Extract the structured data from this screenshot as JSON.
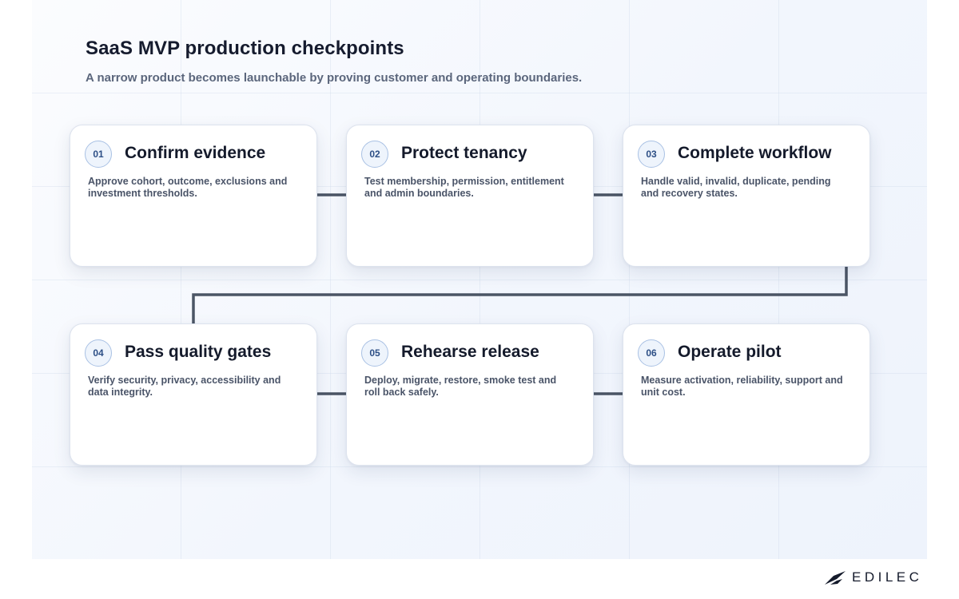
{
  "title": "SaaS MVP production checkpoints",
  "subtitle": "A narrow product becomes launchable by proving customer and operating boundaries.",
  "steps": [
    {
      "number": "01",
      "title": "Confirm evidence",
      "description": "Approve cohort, outcome, exclusions and investment thresholds."
    },
    {
      "number": "02",
      "title": "Protect tenancy",
      "description": "Test membership, permission, entitlement and admin boundaries."
    },
    {
      "number": "03",
      "title": "Complete workflow",
      "description": "Handle valid, invalid, duplicate, pending and recovery states."
    },
    {
      "number": "04",
      "title": "Pass quality gates",
      "description": "Verify security, privacy, accessibility and data integrity."
    },
    {
      "number": "05",
      "title": "Rehearse release",
      "description": "Deploy, migrate, restore, smoke test and roll back safely."
    },
    {
      "number": "06",
      "title": "Operate pilot",
      "description": "Measure activation, reliability, support and unit cost."
    }
  ],
  "brand": {
    "name": "EDILEC",
    "icon": "edilec-logo-icon"
  },
  "colors": {
    "connector": "#4b5565",
    "badge_border": "#a9c1e4",
    "badge_text": "#2d4f86"
  }
}
